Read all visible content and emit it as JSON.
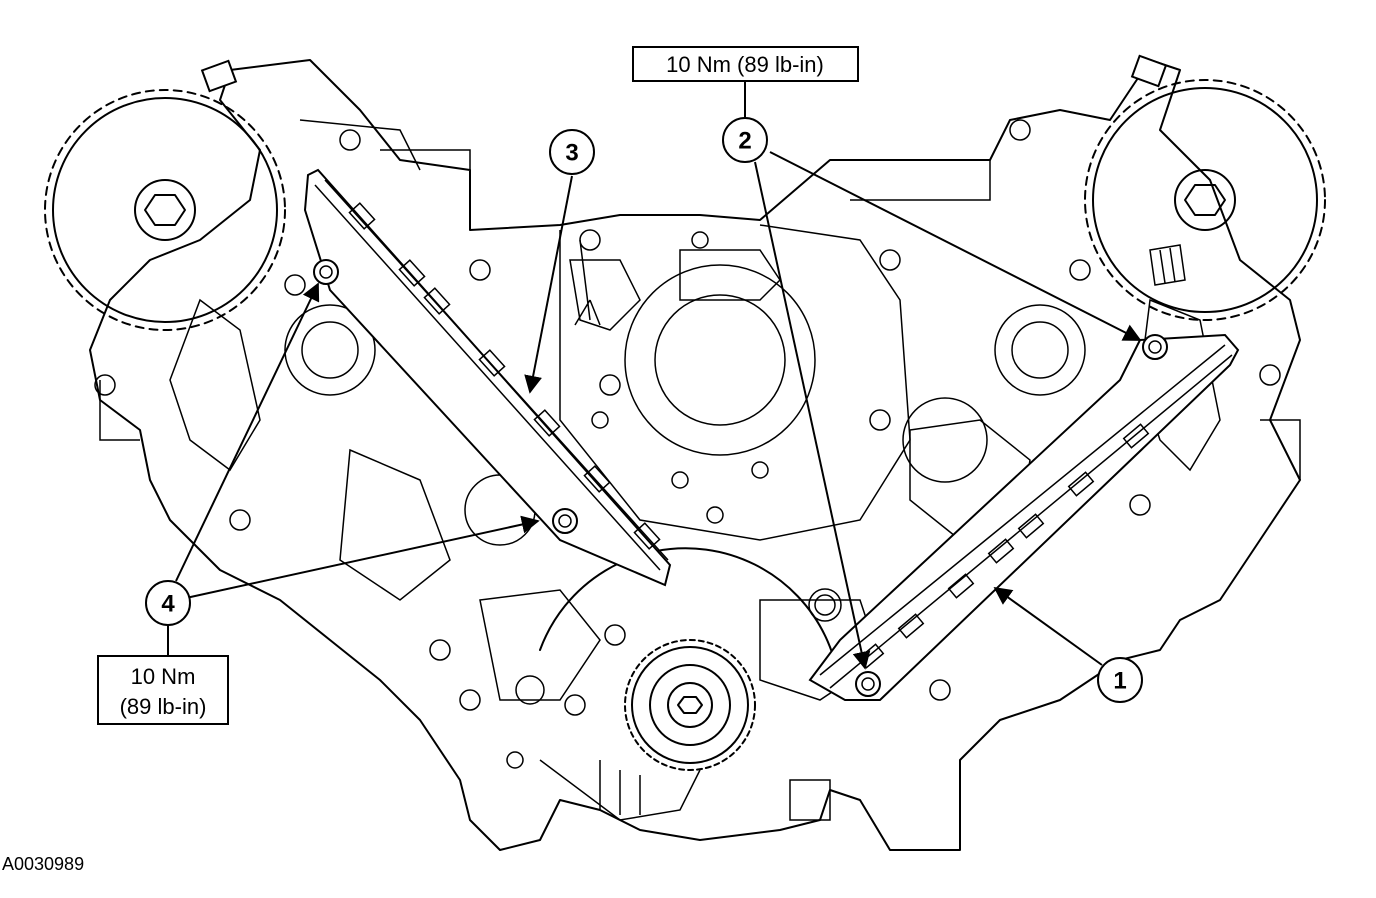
{
  "callouts": {
    "c1": "1",
    "c2": "2",
    "c3": "3",
    "c4": "4"
  },
  "torque_top": "10 Nm (89 lb-in)",
  "torque_bottom": {
    "line1": "10 Nm",
    "line2": "(89 lb-in)"
  },
  "figure_id": "A0030989"
}
